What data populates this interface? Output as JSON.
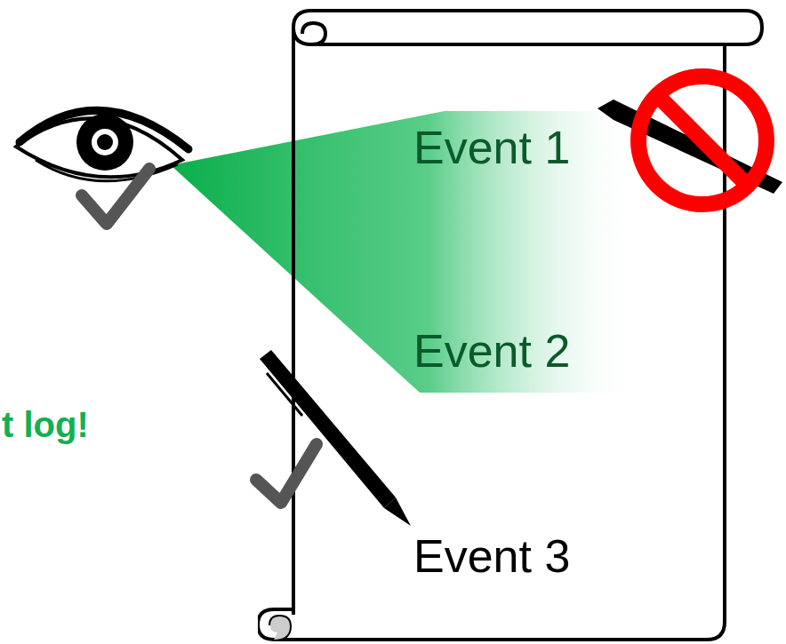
{
  "diagram": {
    "nodes": [
      {
        "text": [
          "Event 1",
          "Event 2",
          "Event 3"
        ]
      }
    ],
    "labels": [
      "t log!"
    ]
  }
}
